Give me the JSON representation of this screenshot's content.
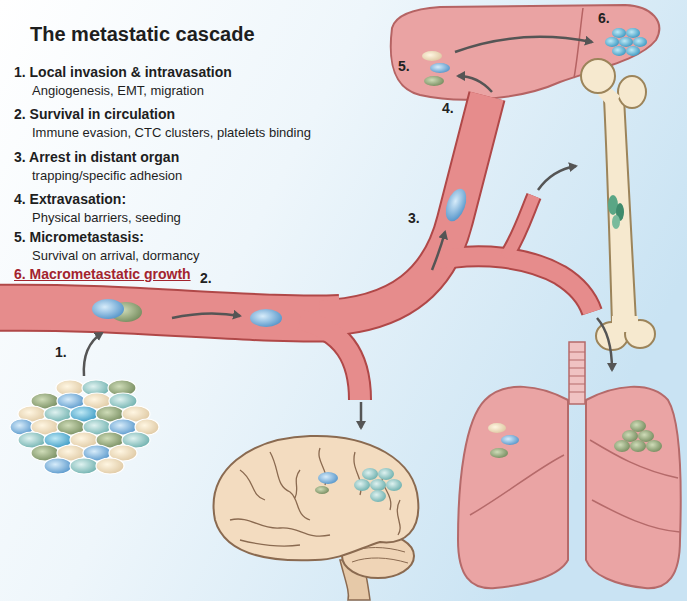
{
  "diagram": {
    "title": "The metastatic cascade",
    "labels": [
      "1. Local invasion & intravasation",
      "Angiogenesis, EMT, migration",
      "2. Survival in circulation",
      "Immune evasion, CTC clusters, platelets binding",
      "3. Arrest in distant organ",
      "trapping/specific adhesion",
      "4. Extravasation:",
      "Physical barriers, seeding",
      "5. Micrometastasis:",
      "Survival on arrival, dormancy",
      "6. Macrometastatic growth",
      "1.",
      "2.",
      "3.",
      "4.",
      "5.",
      "6."
    ]
  }
}
